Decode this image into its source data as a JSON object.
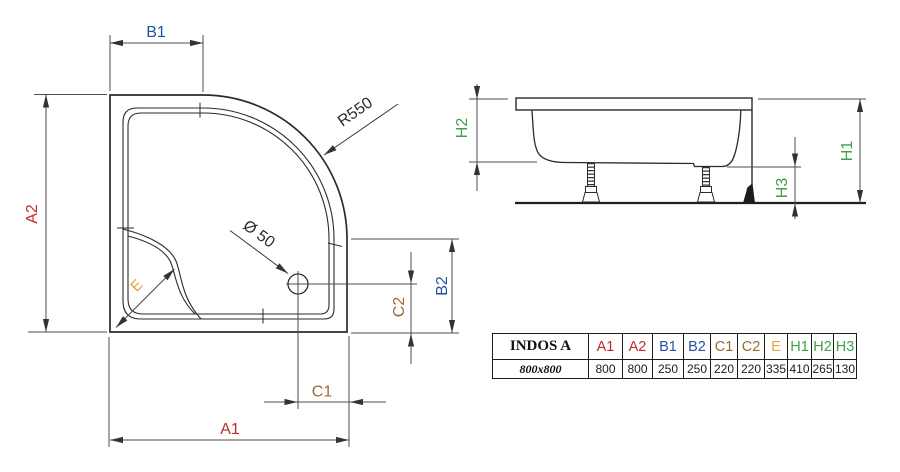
{
  "drawing": {
    "top_view": {
      "dim_a1": "A1",
      "dim_a2": "A2",
      "dim_b1": "B1",
      "dim_b2": "B2",
      "dim_c1": "C1",
      "dim_c2": "C2",
      "dim_e": "E",
      "radius_label": "R550",
      "drain_label": "Ø 50"
    },
    "side_view": {
      "dim_h1": "H1",
      "dim_h2": "H2",
      "dim_h3": "H3"
    }
  },
  "colors": {
    "a_red": "#c22a2a",
    "b_blue": "#2353a0",
    "c_brown": "#9a6a35",
    "e_amber": "#e7a33c",
    "h_green": "#3ea04a",
    "ink": "#2b2b2b"
  },
  "table": {
    "model": "INDOS A",
    "size": "800x800",
    "columns": [
      {
        "label": "A1",
        "value": "800",
        "color": "#c22a2a"
      },
      {
        "label": "A2",
        "value": "800",
        "color": "#c22a2a"
      },
      {
        "label": "B1",
        "value": "250",
        "color": "#2353a0"
      },
      {
        "label": "B2",
        "value": "250",
        "color": "#2353a0"
      },
      {
        "label": "C1",
        "value": "220",
        "color": "#9a6a35"
      },
      {
        "label": "C2",
        "value": "220",
        "color": "#9a6a35"
      },
      {
        "label": "E",
        "value": "335",
        "color": "#e7a33c"
      },
      {
        "label": "H1",
        "value": "410",
        "color": "#3ea04a"
      },
      {
        "label": "H2",
        "value": "265",
        "color": "#3ea04a"
      },
      {
        "label": "H3",
        "value": "130",
        "color": "#3ea04a"
      }
    ]
  }
}
